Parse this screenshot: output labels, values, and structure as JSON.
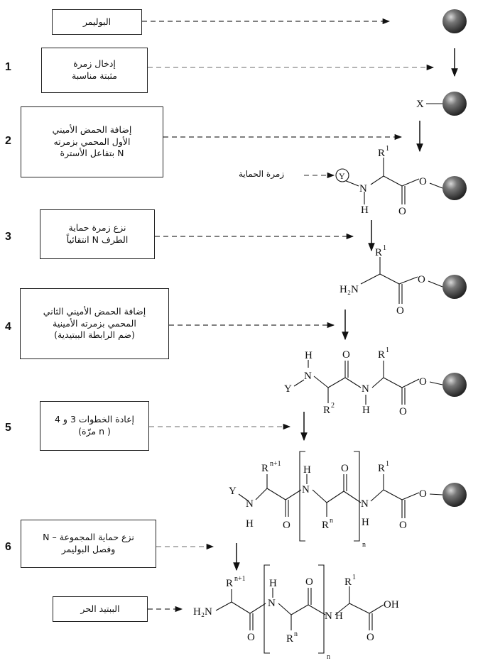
{
  "boxes": {
    "polymer": "البوليمر",
    "step1": [
      "إدخال زمرة",
      "مثبتة مناسبة"
    ],
    "step2": [
      "إضافة الحمض الأميني",
      "الأول المحمي بزمرته",
      "N بتفاعل الأسترة"
    ],
    "step3": [
      "نزع زمرة حماية",
      "الطرف N انتقائياً"
    ],
    "step4": [
      "إضافة الحمض الأميني الثاني",
      "المحمي بزمرته الأمينية",
      "(ضم الرابطة الببتيدية)"
    ],
    "step5": [
      "إعادة الخطوات 3 و 4",
      "( n مرّة)"
    ],
    "step6": [
      "نزع حماية المجموعة – N",
      "وفصل البوليمر"
    ],
    "peptide": "الببتيد الحر"
  },
  "protecting_label": "زمرة الحماية",
  "steps": [
    "1",
    "2",
    "3",
    "4",
    "5",
    "6"
  ],
  "chem": {
    "X": "X",
    "Y": "Y",
    "N": "N",
    "H": "H",
    "O": "O",
    "H2N": "H₂N",
    "OH": "OH",
    "R": "R",
    "sup1": "1",
    "sup2": "2",
    "supn": "n",
    "supn1": "n+1",
    "sub_n": "n"
  }
}
